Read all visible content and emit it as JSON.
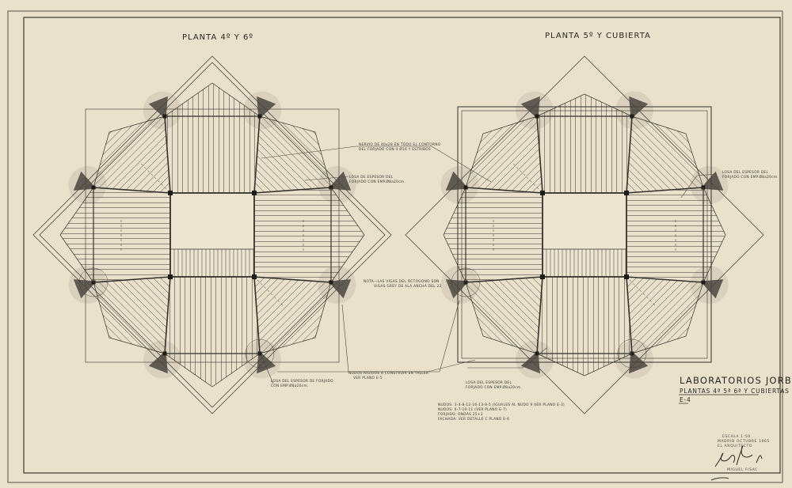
{
  "sheet": {
    "paper_color": "#e9e1cc",
    "ink_color": "#2f2c27",
    "left_plan_title": "PLANTA 4º Y 6º",
    "right_plan_title": "PLANTA 5º Y CUBIERTA"
  },
  "notes": {
    "nervio": [
      "NERVIO DE 40x28 EN TODO EL CONTORNO",
      "DEL FORJADO CON 4 Ø16 Y ESTRIBOS"
    ],
    "losa_left": [
      "LOSA DE ESPESOR DEL",
      "FORJADO CON EMP.Ø8a20cm."
    ],
    "losa_right": [
      "LOSA DEL ESPESOR DEL",
      "FORJADO CON EMP.Ø8a20cm."
    ],
    "nota_vigas": [
      "NOTA—LAS VIGAS DEL OCTOGONO SON",
      "VIGAS GREY DE ALA ANCHA DEL 22"
    ],
    "nudos_rigidos": [
      "NUDOS RIGIDOS A CONSTRUIR EN TALLER",
      "VER PLANO E-5"
    ],
    "losa_bottom_left": [
      "LOSA DEL ESPESOR DE FORJADO",
      "CON EMP.Ø8a20cm."
    ],
    "losa_bottom_right": [
      "LOSA DEL ESPESOR DEL",
      "FORJADO CON EMP.Ø8a20cm."
    ],
    "nudos_list": [
      "NUDOS: 3-4-8-12-16-13-9-5 (IGUALES AL NUDO 9 VER PLANO E-3)",
      "NUDOS: 6-7-10-11 (VER PLANO E-7)",
      "FORJADO: ONDAS 25+3",
      "FACHADA: VER DETALLE C PLANO E-6"
    ]
  },
  "title_block": {
    "project": "LABORATORIOS   JORBA",
    "subtitle": "PLANTAS 4ª 5ª 6ª Y CUBIERTAS",
    "sheet_number": "E-4",
    "scale": "ESCALA 1:50",
    "date": "MADRID OCTUBRE 1965",
    "role": "EL ARQUITECTO",
    "architect": "MIGUEL FISAC"
  }
}
